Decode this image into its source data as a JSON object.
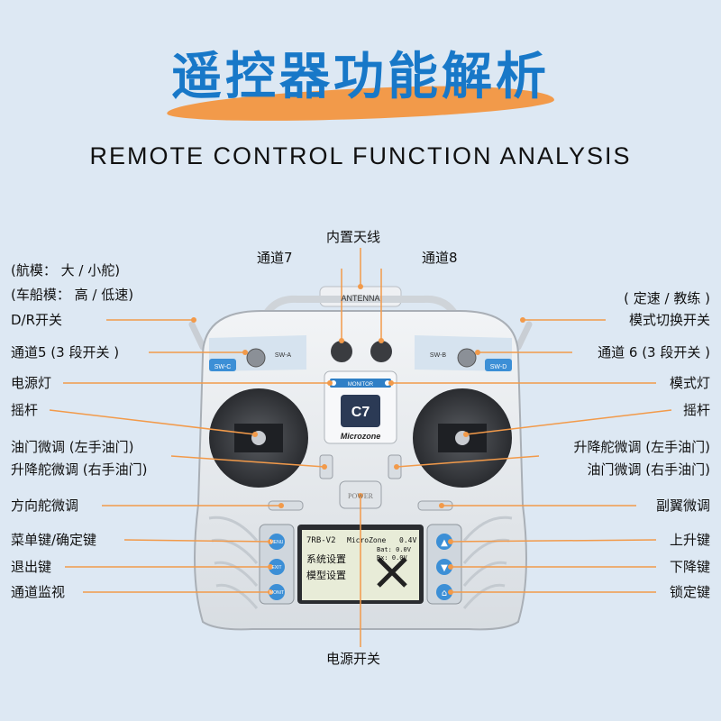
{
  "header": {
    "title": "遥控器功能解析",
    "subtitle": "REMOTE CONTROL FUNCTION ANALYSIS"
  },
  "labels": {
    "antenna": "内置天线",
    "ch7": "通道7",
    "ch8": "通道8",
    "aircraft_mode": "(航模： 大 / 小舵)",
    "boat_mode": "(车船模： 高 / 低速)",
    "dr_switch": "D/R开关",
    "ch5": "通道5 (3 段开关 )",
    "power_light": "电源灯",
    "stick_left": "摇杆",
    "throttle_trim_left": "油门微调 (左手油门)",
    "elevator_trim_right": "升降舵微调 (右手油门)",
    "rudder_trim": "方向舵微调",
    "menu_key": "菜单键/确定键",
    "exit_key": "退出键",
    "channel_monitor": "通道监视",
    "speed_coach": "( 定速 / 教练 )",
    "mode_switch": "模式切换开关",
    "ch6": "通道 6 (3 段开关 )",
    "mode_light": "模式灯",
    "stick_right": "摇杆",
    "elevator_trim_left": "升降舵微调 (左手油门)",
    "throttle_trim_right": "油门微调 (右手油门)",
    "aileron_trim": "副翼微调",
    "up_key": "上升键",
    "down_key": "下降键",
    "lock_key": "锁定键",
    "power_switch": "电源开关"
  },
  "device": {
    "antenna_text": "ANTENNA",
    "sw_c": "SW-C",
    "sw_a": "SW-A",
    "sw_b": "SW-B",
    "sw_d": "SW-D",
    "monitor": "MONITOR",
    "model": "C7",
    "brand": "Microzone",
    "power": "POWER",
    "menu_btn": "MENU",
    "exit_btn": "EXIT",
    "monit_btn": "MONIT",
    "lcd_line1": "7RB-V2",
    "lcd_brand": "MicroZone",
    "lcd_menu1": "系统设置",
    "lcd_menu2": "模型设置",
    "lcd_batt": "Bat: 0.0V",
    "lcd_rx": "Rx: 0.0V",
    "lcd_val": "0.4V"
  },
  "colors": {
    "accent": "#1878c8",
    "orange": "#f29a4a",
    "body": "#e9ecef",
    "leader": "#f29a4a"
  }
}
